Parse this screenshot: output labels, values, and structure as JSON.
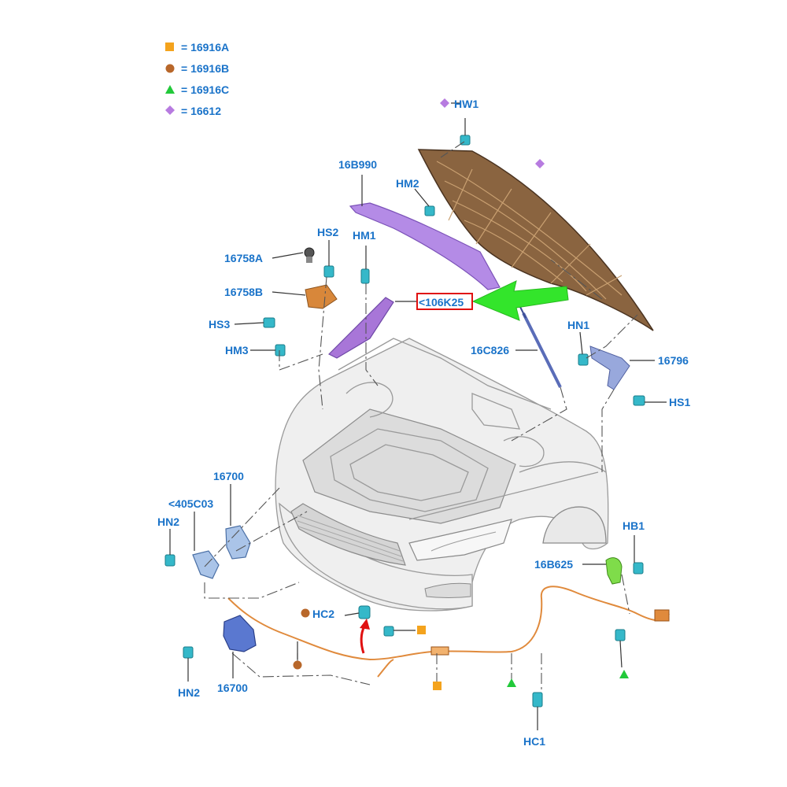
{
  "legend": [
    {
      "symbol": "square",
      "color": "#f4a31d",
      "text": "= 16916A"
    },
    {
      "symbol": "circle",
      "color": "#b8672a",
      "text": "= 16916B"
    },
    {
      "symbol": "triangle",
      "color": "#22c93a",
      "text": "= 16916C"
    },
    {
      "symbol": "diamond",
      "color": "#b77be0",
      "text": "= 16612"
    }
  ],
  "labels": {
    "hw1": "HW1",
    "p16b990": "16B990",
    "hm2": "HM2",
    "hs2": "HS2",
    "hm1": "HM1",
    "p16758a": "16758A",
    "p16758b": "16758B",
    "hs3": "HS3",
    "hm3": "HM3",
    "highlight": "<106K25",
    "p16c826": "16C826",
    "hn1": "HN1",
    "p16796": "16796",
    "hs1": "HS1",
    "p16700_top": "16700",
    "p405c03": "<405C03",
    "hn2_top": "HN2",
    "hb1": "HB1",
    "p16b625": "16B625",
    "hc2": "HC2",
    "hn2_bottom": "HN2",
    "p16700_bottom": "16700",
    "hc1": "HC1"
  },
  "colors": {
    "label_blue": "#1a73c9",
    "highlight_box": "#e01010",
    "arrow_green": "#33e52b",
    "hood_brown": "#8a6440",
    "strut_purple": "#a876d8",
    "clip_teal": "#35b8c9",
    "cable_orange": "#e08a3c",
    "pull_arrow_red": "#e01010"
  }
}
